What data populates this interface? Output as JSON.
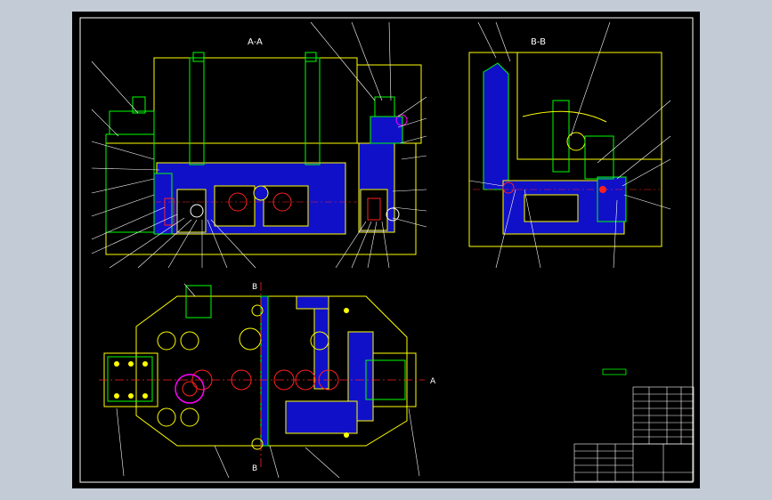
{
  "views": {
    "section_aa": "A-A",
    "section_bb": "B-B",
    "cut_b_top": "B",
    "cut_b_bottom": "B",
    "cut_a": "A"
  },
  "colors": {
    "background": "#000000",
    "frame": "#ffffff",
    "outline": "#ffff00",
    "section_fill": "#1010c8",
    "green": "#00ff00",
    "red": "#ff2020",
    "cyan": "#00ffff",
    "magenta": "#ff00ff",
    "leader": "#ffffff"
  }
}
